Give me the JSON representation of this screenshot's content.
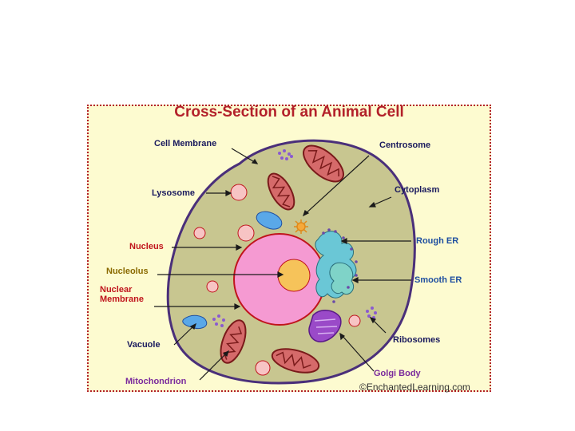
{
  "diagram": {
    "title": "Cross-Section of an Animal Cell",
    "credit": "©EnchantedLearning.com",
    "labels": {
      "cell_membrane": "Cell Membrane",
      "centrosome": "Centrosome",
      "lysosome": "Lysosome",
      "cytoplasm": "Cytoplasm",
      "nucleus": "Nucleus",
      "rough_er": "Rough ER",
      "nucleolus": "Nucleolus",
      "smooth_er": "Smooth ER",
      "nuclear_membrane": "Nuclear Membrane",
      "vacuole": "Vacuole",
      "ribosomes": "Ribosomes",
      "mitochondrion": "Mitochondrion",
      "golgi_body": "Golgi Body"
    }
  },
  "colors": {
    "frame_bg": "#fdfbd0",
    "frame_border": "#b3202a",
    "cytoplasm": "#c8c690",
    "cell_membrane": "#4a2f7a",
    "nucleus": "#f59ad2",
    "nucleolus": "#f6c35a",
    "mitochondrion": "#d56a6a",
    "vacuole": "#5aa8e8",
    "rough_er": "#6ac7d6",
    "golgi": "#9a4ac8",
    "lysosome": "#f7c4c4"
  }
}
